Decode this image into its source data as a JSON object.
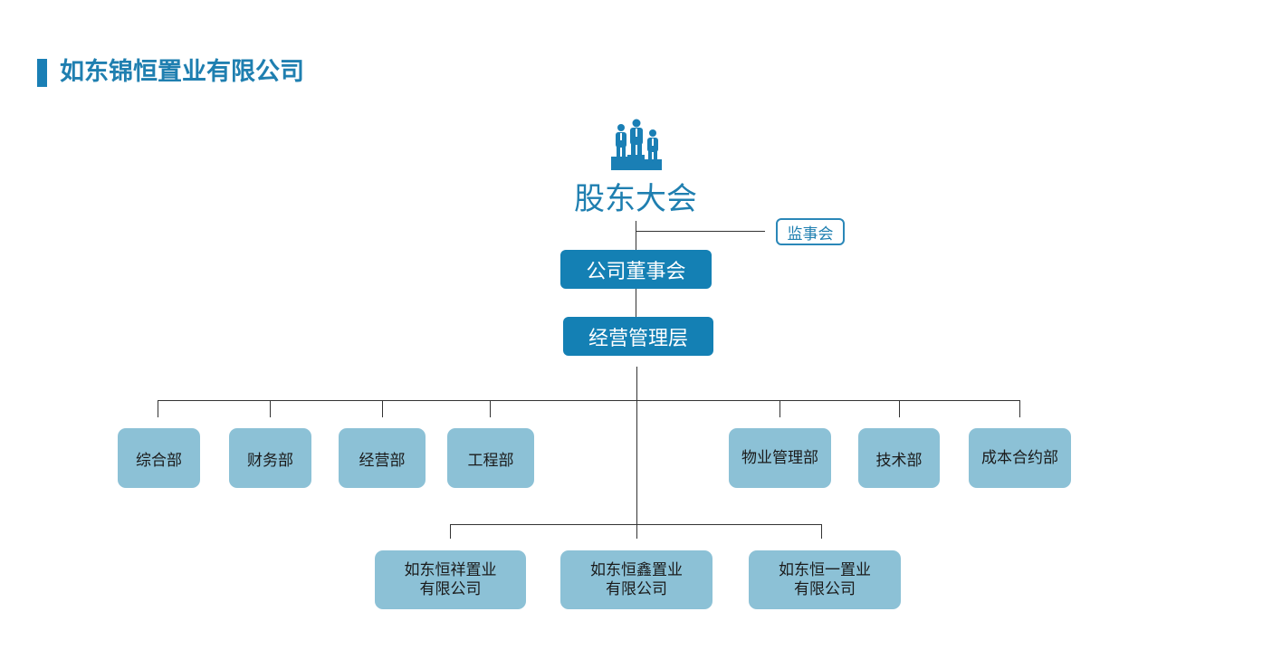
{
  "header": {
    "title": "如东锦恒置业有限公司"
  },
  "org_chart": {
    "root": {
      "label": "股东大会",
      "icon": "people-group-icon"
    },
    "supervisory_board": "监事会",
    "board_of_directors": "公司董事会",
    "management": "经营管理层",
    "departments": [
      {
        "label": "综合部"
      },
      {
        "label": "财务部"
      },
      {
        "label": "经营部"
      },
      {
        "label": "工程部"
      },
      {
        "label": "物业管理部"
      },
      {
        "label": "技术部"
      },
      {
        "label": "成本合约部"
      }
    ],
    "subsidiaries": [
      {
        "line1": "如东恒祥置业",
        "line2": "有限公司"
      },
      {
        "line1": "如东恒鑫置业",
        "line2": "有限公司"
      },
      {
        "line1": "如东恒一置业",
        "line2": "有限公司"
      }
    ]
  },
  "colors": {
    "accent": "#1480b4",
    "title_text": "#1f7fb0",
    "light_node": "#8cc1d6",
    "connector": "#333333"
  }
}
